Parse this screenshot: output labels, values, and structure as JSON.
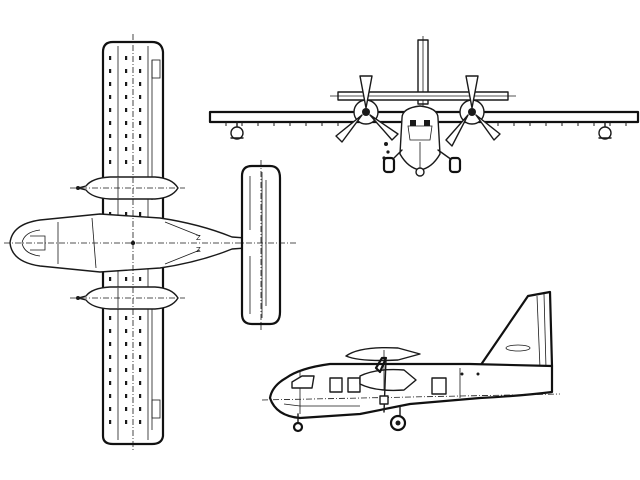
{
  "drawing": {
    "views": [
      {
        "view": "top"
      },
      {
        "view": "front"
      },
      {
        "view": "side"
      }
    ],
    "colors": {
      "line": "#1a1a1a",
      "background": "#ffffff"
    }
  }
}
